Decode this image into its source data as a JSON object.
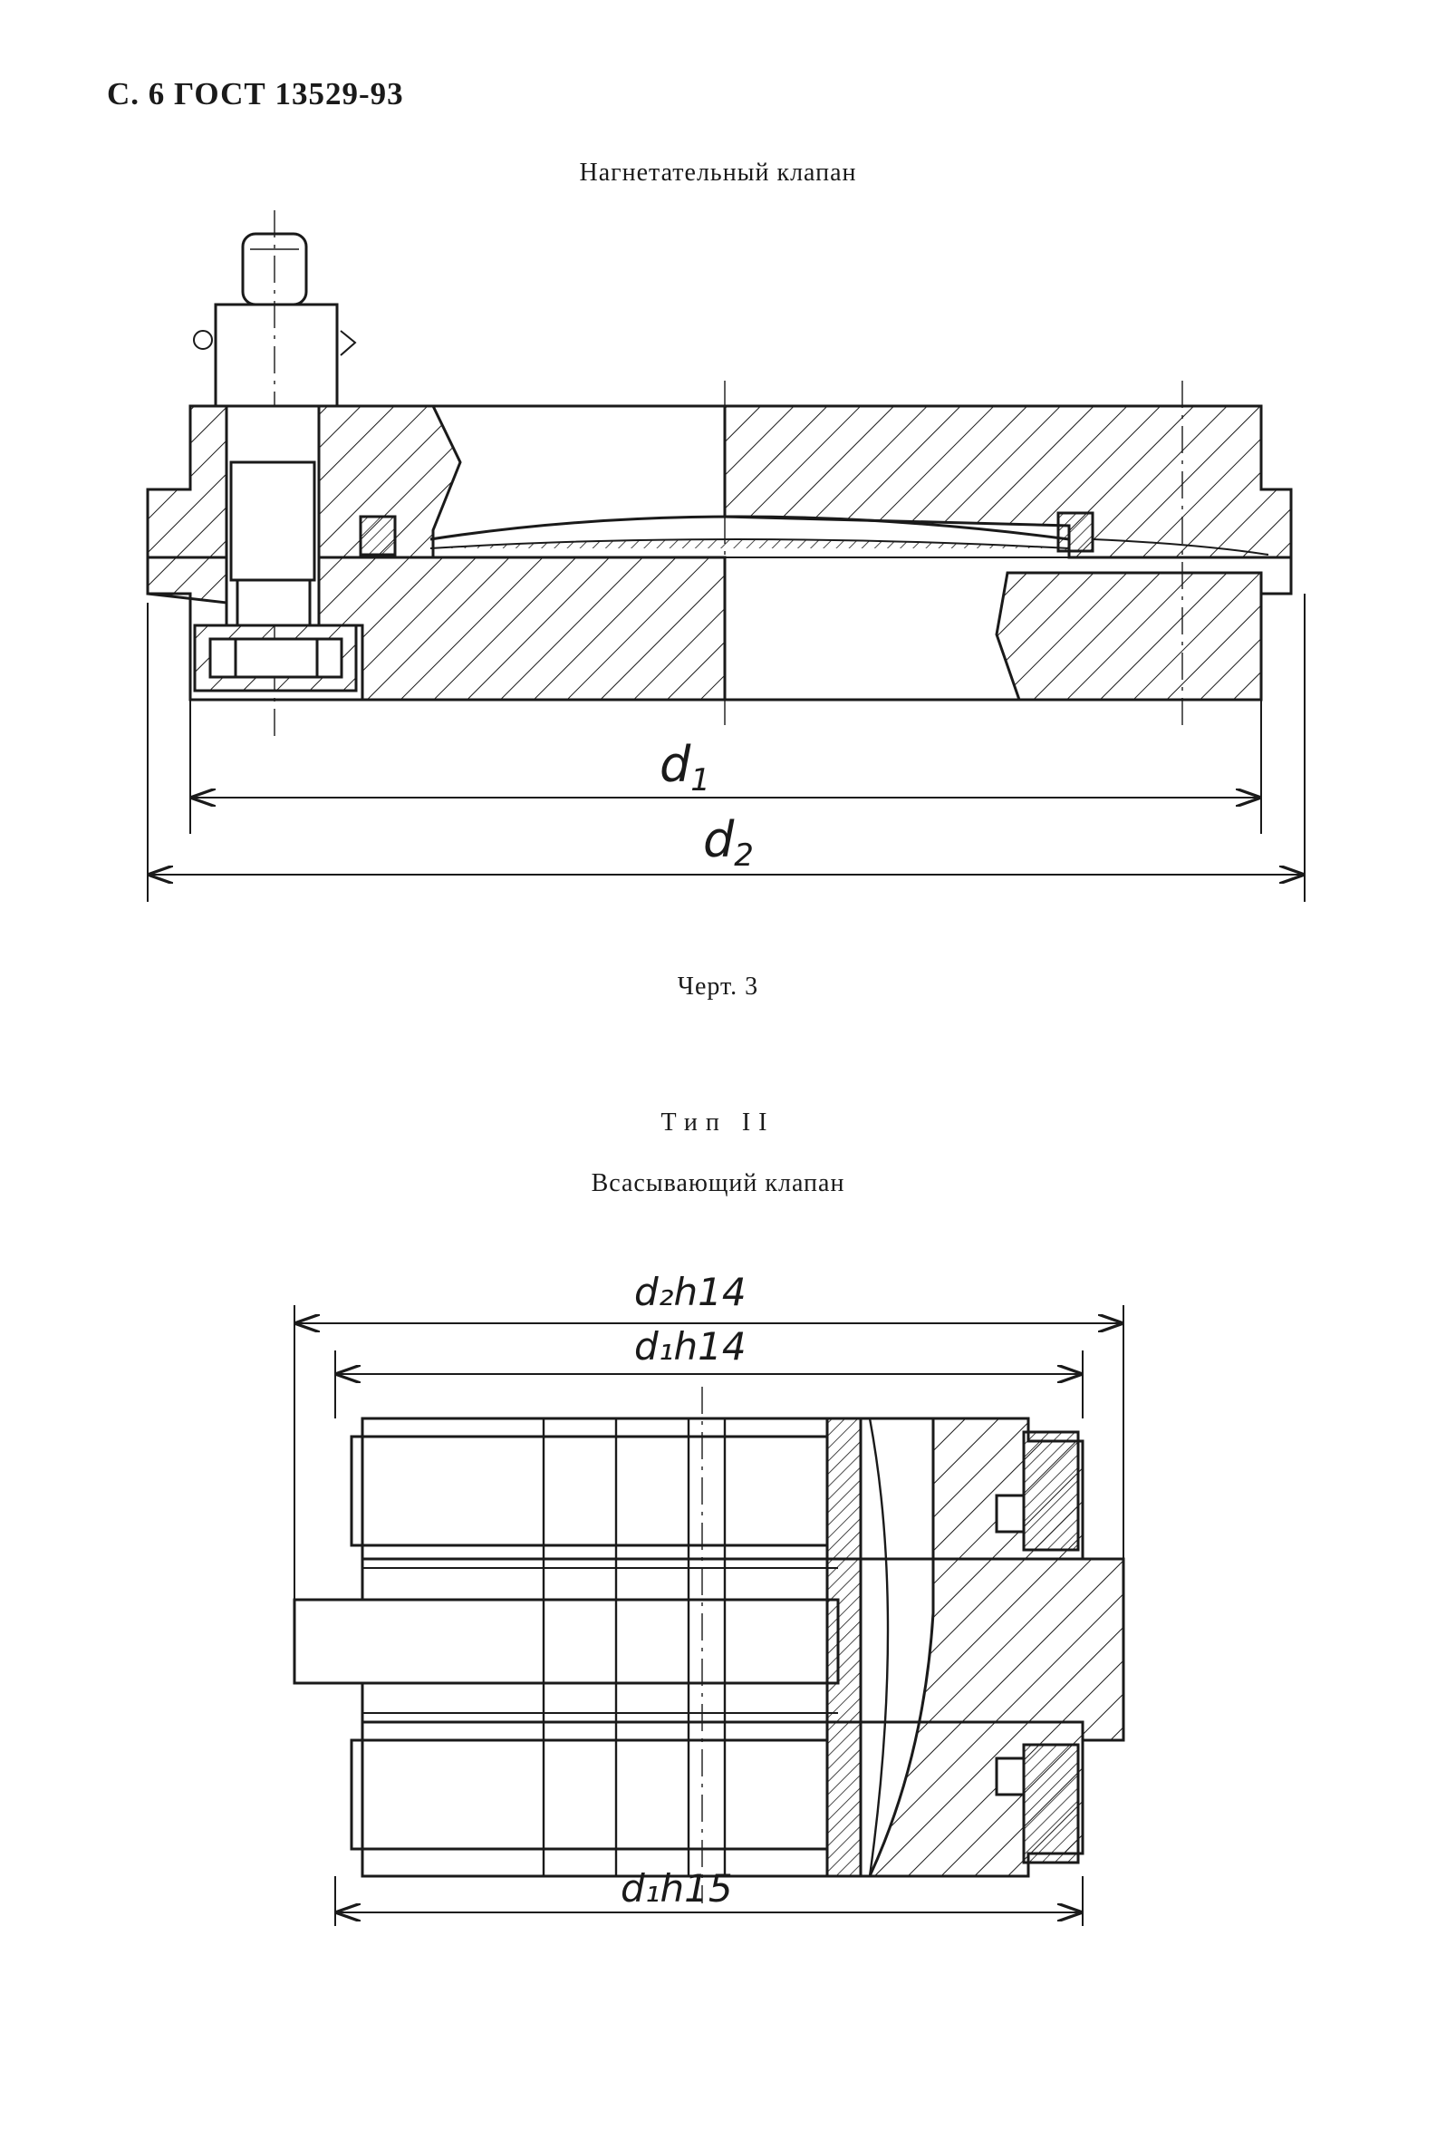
{
  "page": {
    "header": "С. 6 ГОСТ 13529-93",
    "figure3": {
      "title": "Нагнетательный клапан",
      "labels": {
        "d1": "d",
        "d1_sub": "1",
        "d2": "d",
        "d2_sub": "2"
      },
      "caption": "Черт. 3"
    },
    "type2": {
      "type_label": "Тип II",
      "title": "Всасывающий клапан",
      "labels": {
        "top": "d₂h14",
        "second": "d₁h14",
        "bottom": "d₁h15"
      }
    }
  },
  "colors": {
    "ink": "#1a1a1a",
    "paper": "#ffffff"
  }
}
